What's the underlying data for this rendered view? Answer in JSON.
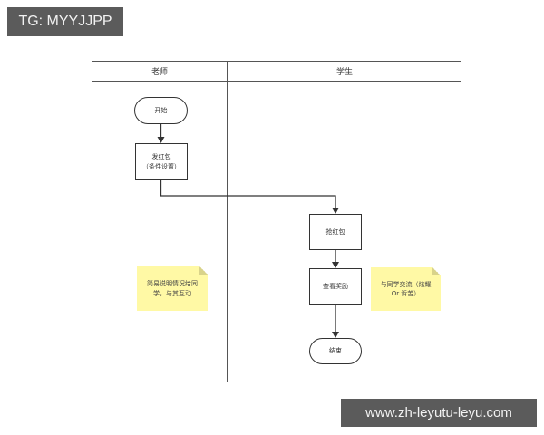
{
  "watermarks": {
    "top_left": "TG: MYYJJPP",
    "bottom_right": "www.zh-leyutu-leyu.com"
  },
  "swimlanes": [
    {
      "label": "老师"
    },
    {
      "label": "学生"
    }
  ],
  "nodes": {
    "start": {
      "label": "开始",
      "shape": "terminator"
    },
    "send_red_packet": {
      "line1": "发红包",
      "line2": "（条件设置）",
      "shape": "process"
    },
    "grab_red_packet": {
      "label": "抢红包",
      "shape": "process"
    },
    "view_reward": {
      "label": "查看奖励",
      "shape": "process"
    },
    "end": {
      "label": "结束",
      "shape": "terminator"
    }
  },
  "notes": [
    {
      "line1": "简易说明情况给同",
      "line2": "学，与其互动"
    },
    {
      "line1": "与同学交流（炫耀",
      "line2": "Or 诉苦）"
    }
  ],
  "edges": [
    {
      "from": "start",
      "to": "send_red_packet"
    },
    {
      "from": "send_red_packet",
      "to": "grab_red_packet"
    },
    {
      "from": "grab_red_packet",
      "to": "view_reward"
    },
    {
      "from": "view_reward",
      "to": "end"
    }
  ],
  "colors": {
    "watermark_bg": "#5b5b5b",
    "note_bg": "#fff9a5",
    "stroke": "#333333"
  }
}
